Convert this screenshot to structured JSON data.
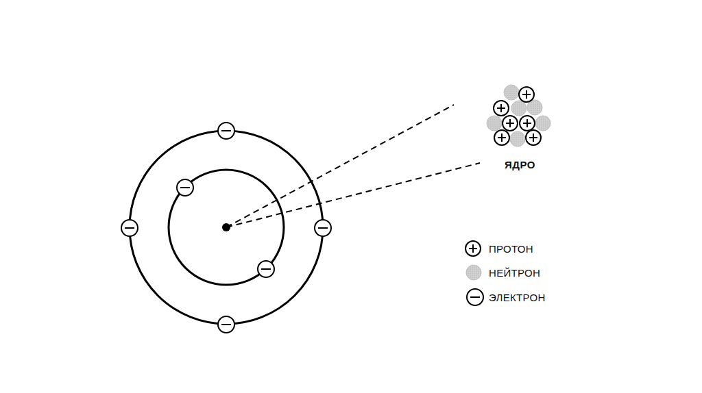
{
  "diagram": {
    "labels": [
      "ЯДРО"
    ],
    "legend": [
      {
        "text": "ПРОТОН"
      },
      {
        "text": "НЕЙТРОН"
      },
      {
        "text": "ЭЛЕКТРОН"
      }
    ]
  }
}
